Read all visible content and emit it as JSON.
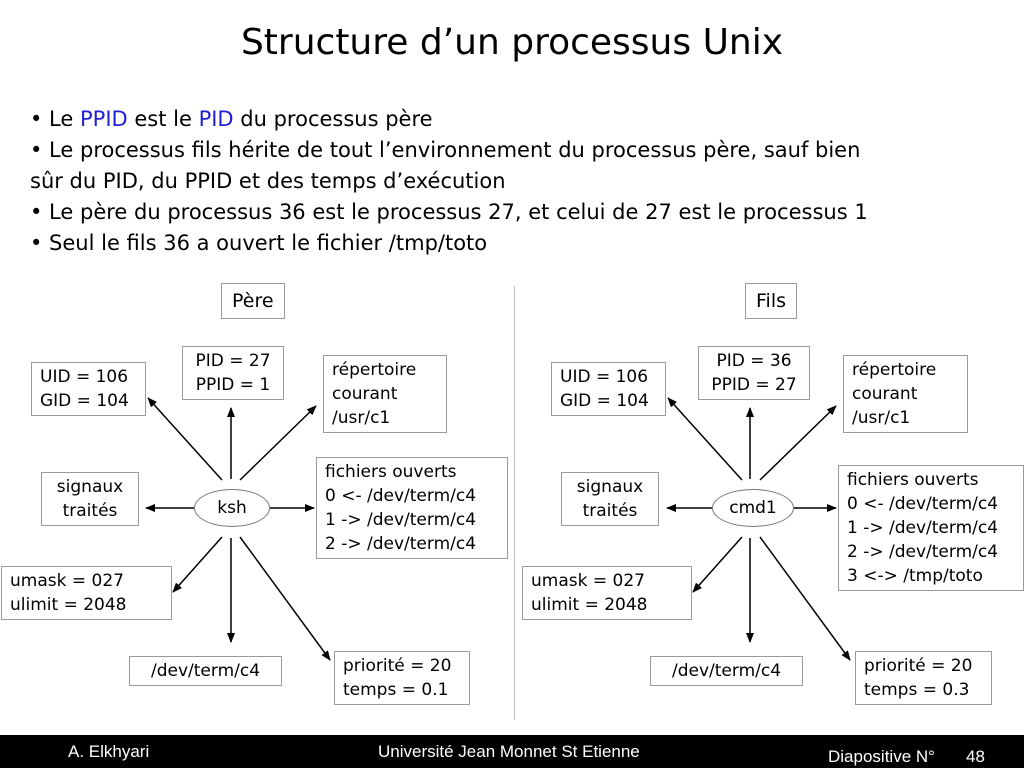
{
  "title": "Structure d’un processus Unix",
  "bullets": {
    "b1": {
      "pre": "• Le ",
      "ppid": "PPID",
      "mid": " est le ",
      "pid": "PID",
      "post": " du processus père"
    },
    "b2_line1": "• Le processus fils hérite de tout l’environnement du processus père, sauf bien",
    "b2_line2": "sûr du PID, du PPID et des temps d’exécution",
    "b3": "• Le père du processus 36 est le processus 27, et celui de 27 est le processus 1",
    "b4": "• Seul le fils 36 a ouvert le fichier /tmp/toto"
  },
  "colors": {
    "accent": "#1f1fd8",
    "footer_bg": "#000000"
  },
  "pere": {
    "heading": "Père",
    "uid": "UID = 106",
    "gid": "GID = 104",
    "pid": "PID = 27",
    "ppid": "PPID = 1",
    "rep1": "répertoire",
    "rep2": "courant",
    "rep3": "/usr/c1",
    "sig1": "signaux",
    "sig2": "traités",
    "center": "ksh",
    "fo_title": "fichiers ouverts",
    "fo": [
      "0 <- /dev/term/c4",
      "1 -> /dev/term/c4",
      "2 -> /dev/term/c4"
    ],
    "umask": "umask = 027",
    "ulimit": "ulimit = 2048",
    "term": "/dev/term/c4",
    "prio": "priorité = 20",
    "temps": "temps = 0.1"
  },
  "fils": {
    "heading": "Fils",
    "uid": "UID = 106",
    "gid": "GID = 104",
    "pid": "PID = 36",
    "ppid": "PPID = 27",
    "rep1": "répertoire",
    "rep2": "courant",
    "rep3": "/usr/c1",
    "sig1": "signaux",
    "sig2": "traités",
    "center": "cmd1",
    "fo_title": "fichiers ouverts",
    "fo": [
      "0 <- /dev/term/c4",
      "1 -> /dev/term/c4",
      "2 -> /dev/term/c4",
      "3 <-> /tmp/toto"
    ],
    "umask": "umask = 027",
    "ulimit": "ulimit = 2048",
    "term": "/dev/term/c4",
    "prio": "priorité = 20",
    "temps": "temps = 0.3"
  },
  "footer": {
    "author": "A. Elkhyari",
    "university": "Université Jean Monnet St Etienne",
    "slide_label": "Diapositive N°",
    "slide_number": "48"
  }
}
